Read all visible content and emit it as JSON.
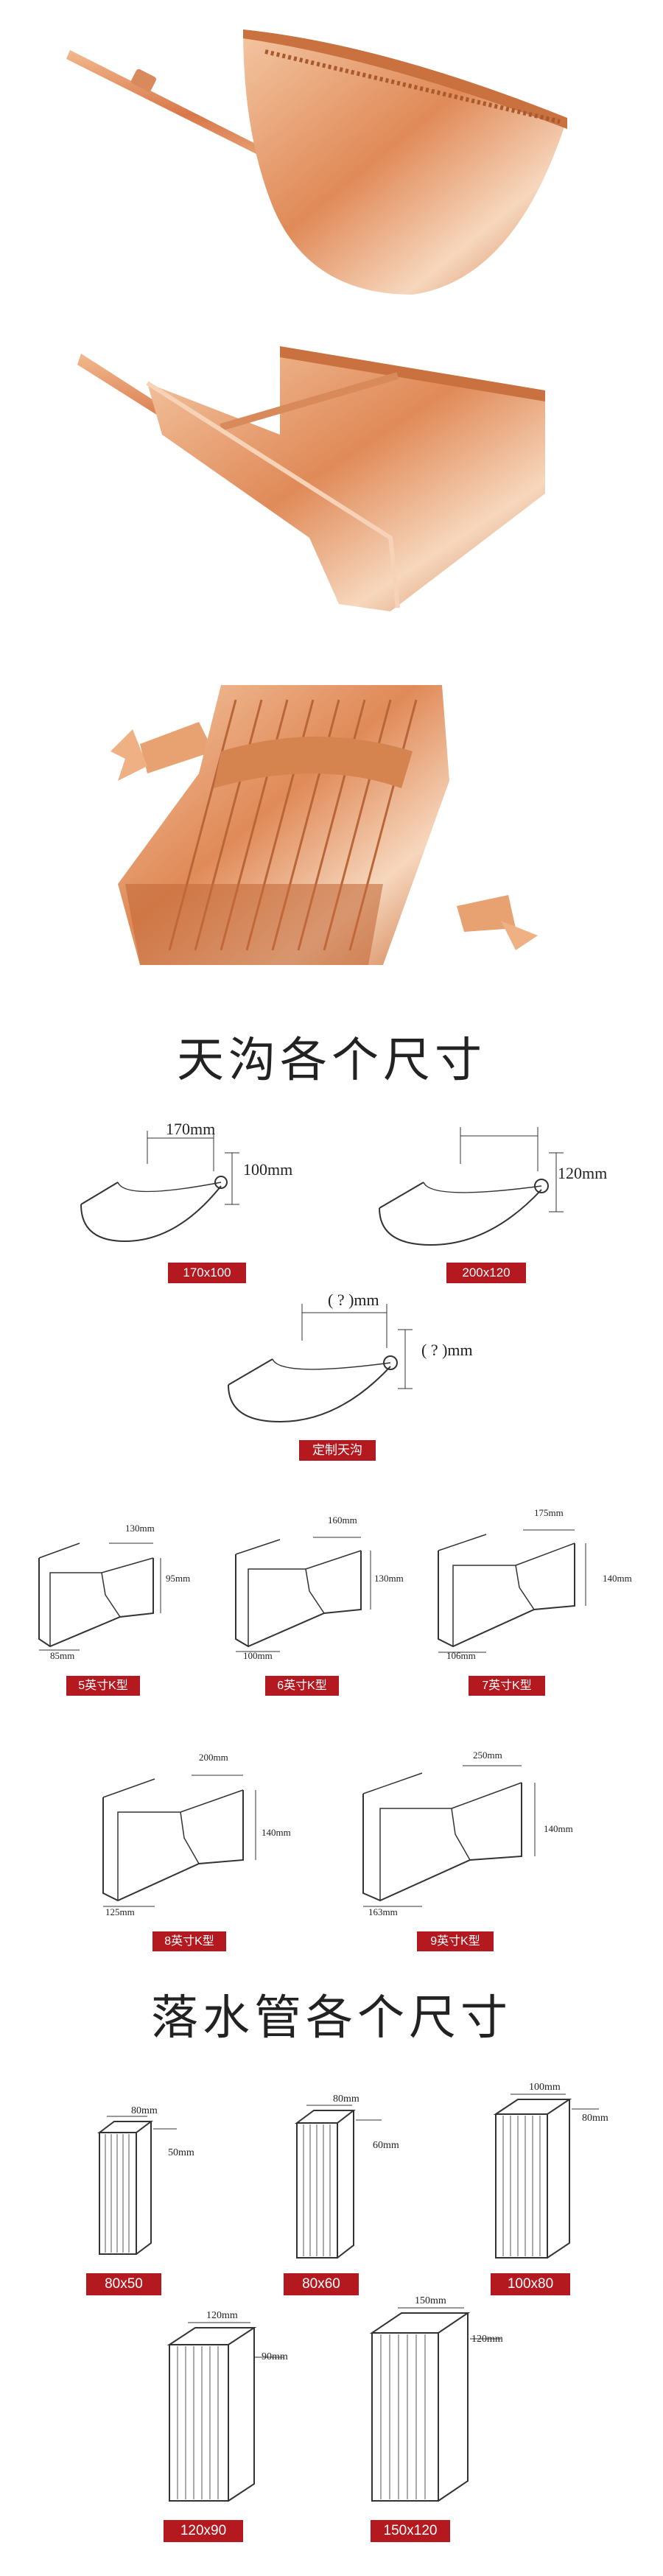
{
  "gutter_title": "天沟各个尺寸",
  "downpipe_title": "落水管各个尺寸",
  "colors": {
    "badge": "#b3191f",
    "copper": "#e79a6b"
  },
  "half_round": [
    {
      "badge": "170x100",
      "width": "170mm",
      "height": "100mm"
    },
    {
      "badge": "200x120",
      "width": "",
      "height": "120mm"
    },
    {
      "badge": "定制天沟",
      "width": "( ? )mm",
      "height": "( ? )mm"
    }
  ],
  "k_style": [
    {
      "badge": "5英寸K型",
      "top": "130mm",
      "side": "95mm",
      "base": "85mm"
    },
    {
      "badge": "6英寸K型",
      "top": "160mm",
      "side": "130mm",
      "base": "100mm"
    },
    {
      "badge": "7英寸K型",
      "top": "175mm",
      "side": "140mm",
      "base": "106mm"
    },
    {
      "badge": "8英寸K型",
      "top": "200mm",
      "side": "140mm",
      "base": "125mm"
    },
    {
      "badge": "9英寸K型",
      "top": "250mm",
      "side": "140mm",
      "base": "163mm"
    }
  ],
  "downpipes": [
    {
      "badge": "80x50",
      "w": "80mm",
      "d": "50mm"
    },
    {
      "badge": "80x60",
      "w": "80mm",
      "d": "60mm"
    },
    {
      "badge": "100x80",
      "w": "100mm",
      "d": "80mm"
    },
    {
      "badge": "120x90",
      "w": "120mm",
      "d": "90mm"
    },
    {
      "badge": "150x120",
      "w": "150mm",
      "d": "120mm"
    }
  ]
}
